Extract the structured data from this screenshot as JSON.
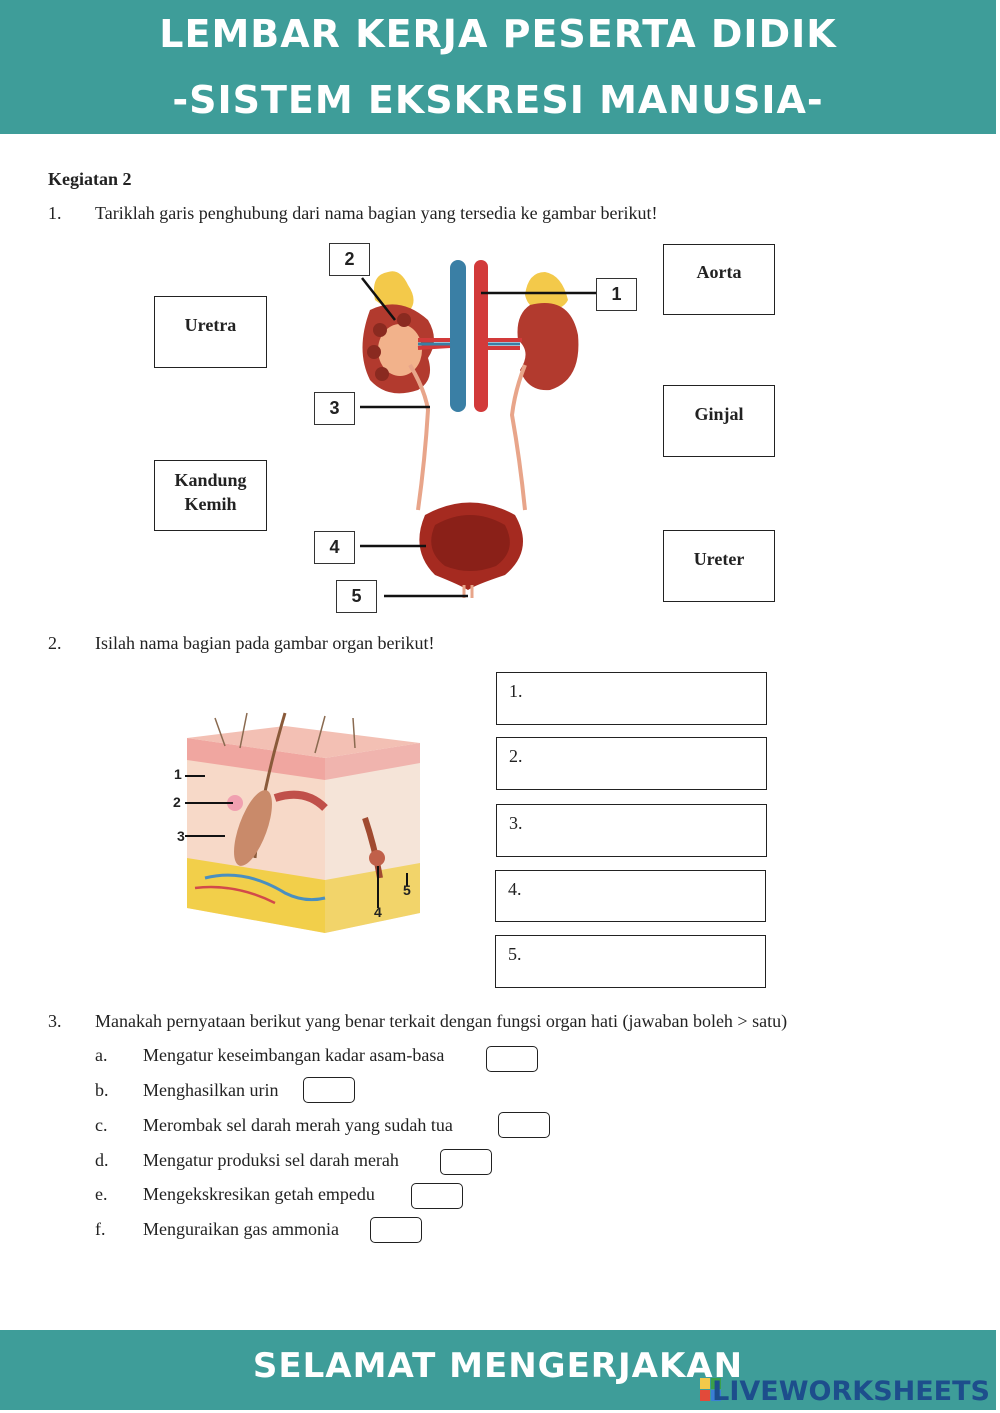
{
  "header": {
    "title_line1": "LEMBAR KERJA PESERTA DIDIK",
    "title_line2": "-SISTEM EKSKRESI MANUSIA-"
  },
  "activity": "Kegiatan 2",
  "q1": {
    "number": "1.",
    "text": "Tariklah garis penghubung dari nama bagian yang tersedia ke gambar berikut!",
    "labels": {
      "uretra": "Uretra",
      "kandung_1": "Kandung",
      "kandung_2": "Kemih",
      "aorta": "Aorta",
      "ginjal": "Ginjal",
      "ureter": "Ureter"
    },
    "markers": [
      "1",
      "2",
      "3",
      "4",
      "5"
    ]
  },
  "q2": {
    "number": "2.",
    "text": "Isilah nama bagian pada gambar organ berikut!",
    "answers": [
      "1.",
      "2.",
      "3.",
      "4.",
      "5."
    ],
    "figure_markers": [
      "1",
      "2",
      "3",
      "4",
      "5"
    ]
  },
  "q3": {
    "number": "3.",
    "text": "Manakah pernyataan berikut yang benar terkait dengan fungsi organ hati (jawaban boleh > satu)",
    "options": [
      {
        "letter": "a.",
        "text": "Mengatur keseimbangan kadar asam-basa"
      },
      {
        "letter": "b.",
        "text": "Menghasilkan urin"
      },
      {
        "letter": "c.",
        "text": "Merombak sel darah merah yang sudah tua"
      },
      {
        "letter": "d.",
        "text": "Mengatur produksi sel darah merah"
      },
      {
        "letter": "e.",
        "text": "Mengekskresikan getah empedu"
      },
      {
        "letter": "f.",
        "text": "Menguraikan gas ammonia"
      }
    ]
  },
  "footer": {
    "text": "SELAMAT MENGERJAKAN",
    "brand": "LIVEWORKSHEETS"
  },
  "colors": {
    "teal": "#3e9d99",
    "kidney": "#b23a2e",
    "vein": "#3a7fa5",
    "artery": "#d23a3a",
    "adrenal": "#f3c94a"
  }
}
